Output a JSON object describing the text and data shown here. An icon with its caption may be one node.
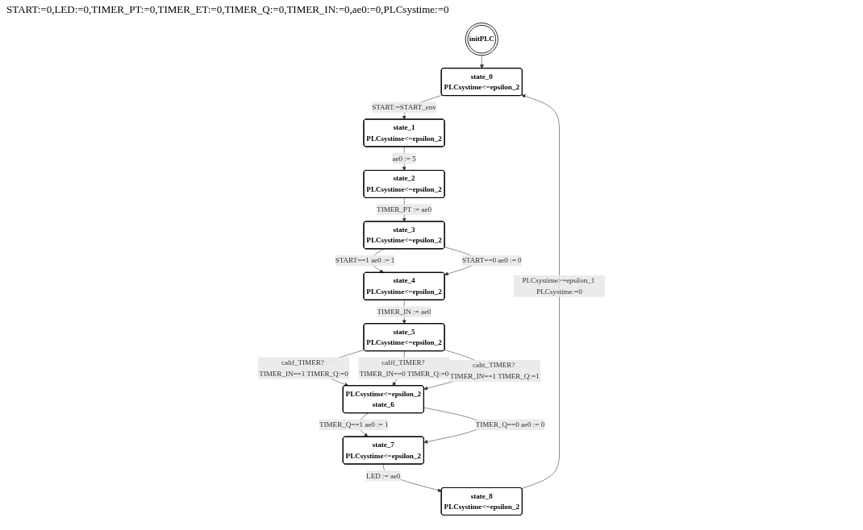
{
  "diagram": {
    "nodes": [
      {
        "text": [
          "initPLC"
        ]
      },
      {
        "text": [
          "state_0",
          "PLCsystime<=epsilon_2"
        ]
      },
      {
        "text": [
          "state_1",
          "PLCsystime<=epsilon_2"
        ]
      },
      {
        "text": [
          "state_2",
          "PLCsystime<=epsilon_2"
        ]
      },
      {
        "text": [
          "state_3",
          "PLCsystime<=epsilon_2"
        ]
      },
      {
        "text": [
          "state_4",
          "PLCsystime<=epsilon_2"
        ]
      },
      {
        "text": [
          "state_5",
          "PLCsystime<=epsilon_2"
        ]
      },
      {
        "text": [
          "PLCsystime<=epsilon_2",
          "state_6"
        ]
      },
      {
        "text": [
          "state_7",
          "PLCsystime<=epsilon_2"
        ]
      },
      {
        "text": [
          "state_8",
          "PLCsystime<=epsilon_2"
        ]
      }
    ],
    "edges": [
      {
        "from": 0,
        "to": 1,
        "arrow": "to"
      },
      {
        "from": 1,
        "to": 2,
        "arrow": "to",
        "label": "START:=START_env"
      },
      {
        "from": 2,
        "to": 3,
        "arrow": "to",
        "label": "ae0 := 5"
      },
      {
        "from": 3,
        "to": 4,
        "arrow": "to",
        "label": "TIMER_PT := ae0"
      },
      {
        "from": 4,
        "to": 5,
        "arrow": "to",
        "label": "START==1 ae0 := 1"
      },
      {
        "from": 4,
        "to": 5,
        "arrow": "to",
        "label": "START==0 ae0 := 0"
      },
      {
        "from": 5,
        "to": 6,
        "arrow": "to",
        "label": "TIMER_IN := ae0"
      },
      {
        "from": 6,
        "to": 7,
        "arrow": "to",
        "label": "caltf_TIMER? TIMER_IN==1 TIMER_Q:=0"
      },
      {
        "from": 6,
        "to": 7,
        "arrow": "to",
        "label": "calff_TIMER? TIMER_IN==0 TIMER_Q:=0"
      },
      {
        "from": 6,
        "to": 7,
        "arrow": "to",
        "label": "caltt_TIMER? TIMER_IN==1 TIMER_Q:=1"
      },
      {
        "from": 7,
        "to": 8,
        "arrow": "to",
        "label": "TIMER_Q==1 ae0 := 1"
      },
      {
        "from": 7,
        "to": 8,
        "arrow": "to",
        "label": "TIMER_Q==0 ae0 := 0"
      },
      {
        "from": 8,
        "to": 9,
        "arrow": "to",
        "label": "LED := ae0"
      },
      {
        "from": 9,
        "to": 1,
        "arrow": "to",
        "label": "PLCsystime>=epsilon_1 PLCsystime:=0"
      }
    ],
    "labels": [
      "START:=0,LED:=0,TIMER_PT:=0,TIMER_ET:=0,TIMER_Q:=0,TIMER_IN:=0,ae0:=0,PLCsystime:=0"
    ]
  }
}
